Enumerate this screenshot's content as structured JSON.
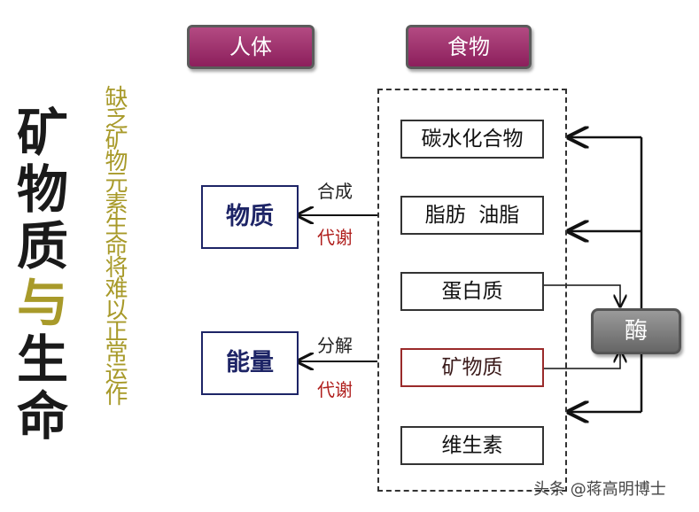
{
  "title": {
    "line1": "矿",
    "line2": "物",
    "line3": "质",
    "line4": "与",
    "line5": "生",
    "line6": "命",
    "subtitle": "缺乏矿物元素生命将难以正常运作"
  },
  "header": {
    "body_label": "人体",
    "food_label": "食物"
  },
  "targets": {
    "matter": "物质",
    "energy": "能量"
  },
  "labels": {
    "synthesis": "合成",
    "decompose": "分解",
    "metabolism_top": "代谢",
    "metabolism_bottom": "代谢"
  },
  "foods": [
    "碳水化合物",
    "脂肪  油脂",
    "蛋白质",
    "矿物质",
    "维生素"
  ],
  "enzyme": "酶",
  "watermark": "头条 @蒋高明博士"
}
